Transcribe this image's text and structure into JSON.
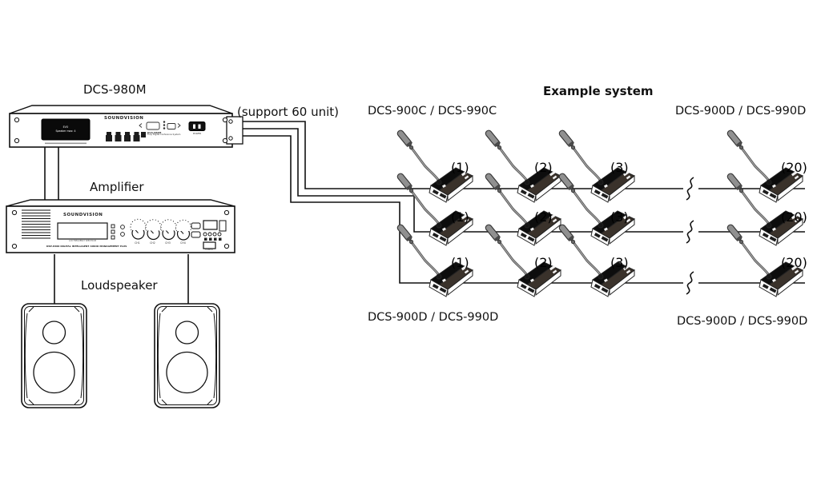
{
  "diagram": {
    "background": "#ffffff",
    "line_color": "#111111",
    "title_main": "Example system",
    "support_note": "(support 60 unit)"
  },
  "main_unit": {
    "name_label": "DCS-980M",
    "brand": "SOUNDVISION",
    "display": {
      "line1": "EVO",
      "line2": "Speaker max: 4"
    },
    "panel_model": "DCS-980M",
    "panel_model_subtitle": "Fully Digital Conference System",
    "power_label": "POWER"
  },
  "amplifier": {
    "name_label": "Amplifier",
    "brand": "SOUNDVISION",
    "display_caption": "LCD FREQUENCY SPECTRUM",
    "model_line": "DSP-8400 DIGITAL INTELLIGENT AUDIO MANAGEMENT PLUS",
    "channel_labels": [
      "CH1",
      "CH2",
      "CH3",
      "CH4"
    ],
    "power_label": "POWER"
  },
  "loudspeakers": {
    "name_label": "Loudspeaker",
    "count": 2
  },
  "mic_system": {
    "top_left_model": "DCS-900C / DCS-990C",
    "top_right_model": "DCS-900D / DCS-990D",
    "bottom_left_model": "DCS-900D / DCS-990D",
    "bottom_right_model": "DCS-900D / DCS-990D",
    "unit_numbers": [
      "(1)",
      "(2)",
      "(3)",
      "(20)"
    ],
    "rows": 3,
    "colors": {
      "panel_black": "#0d0d0d",
      "panel_brown": "#3a322b",
      "neck_gray": "#909090"
    }
  }
}
